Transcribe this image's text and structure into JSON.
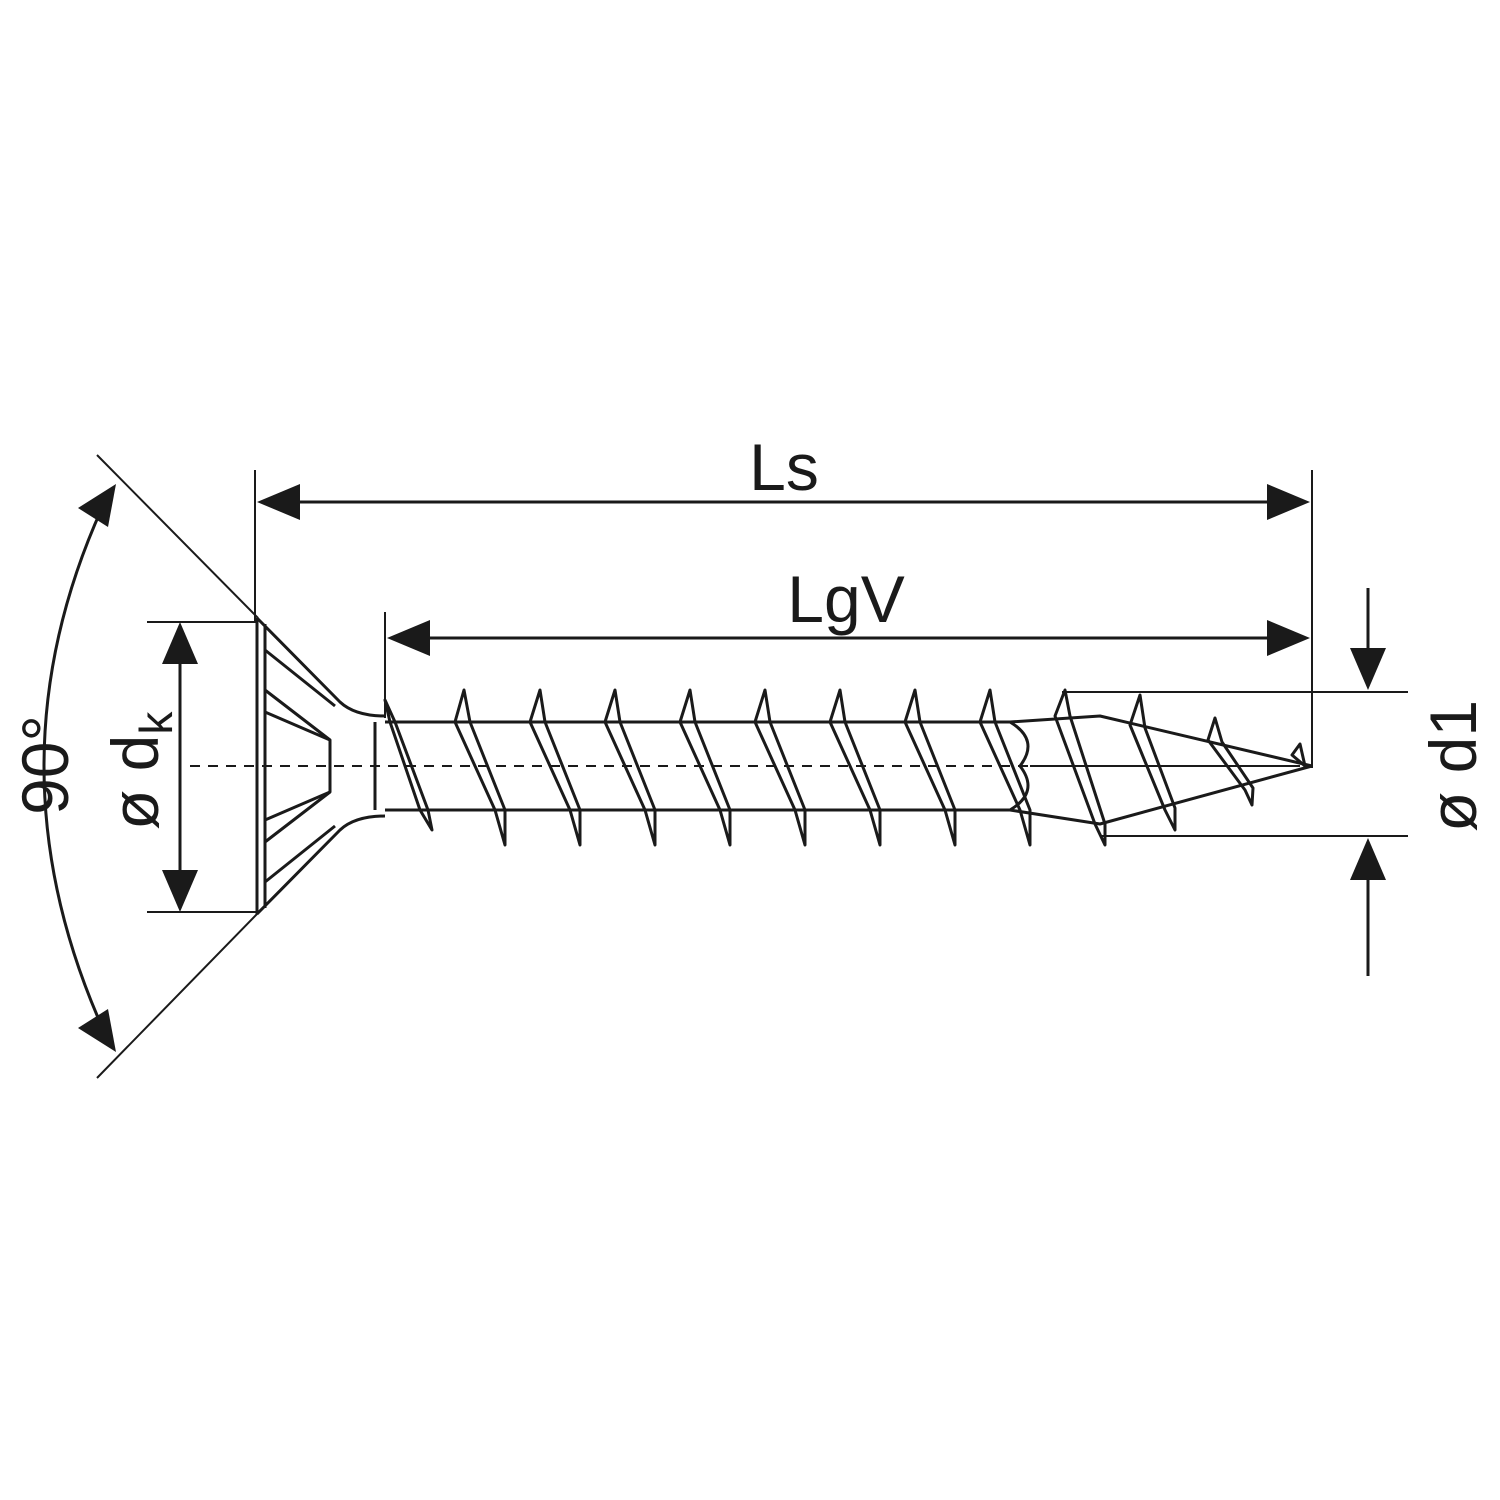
{
  "labels": {
    "total_length": "Ls",
    "thread_length": "LgV",
    "head_angle": "90°",
    "head_diameter_symbol": "ø d",
    "head_diameter_subscript": "k",
    "thread_diameter": "ø d1"
  },
  "colors": {
    "ink": "#1a1a1a",
    "background": "#ffffff"
  }
}
